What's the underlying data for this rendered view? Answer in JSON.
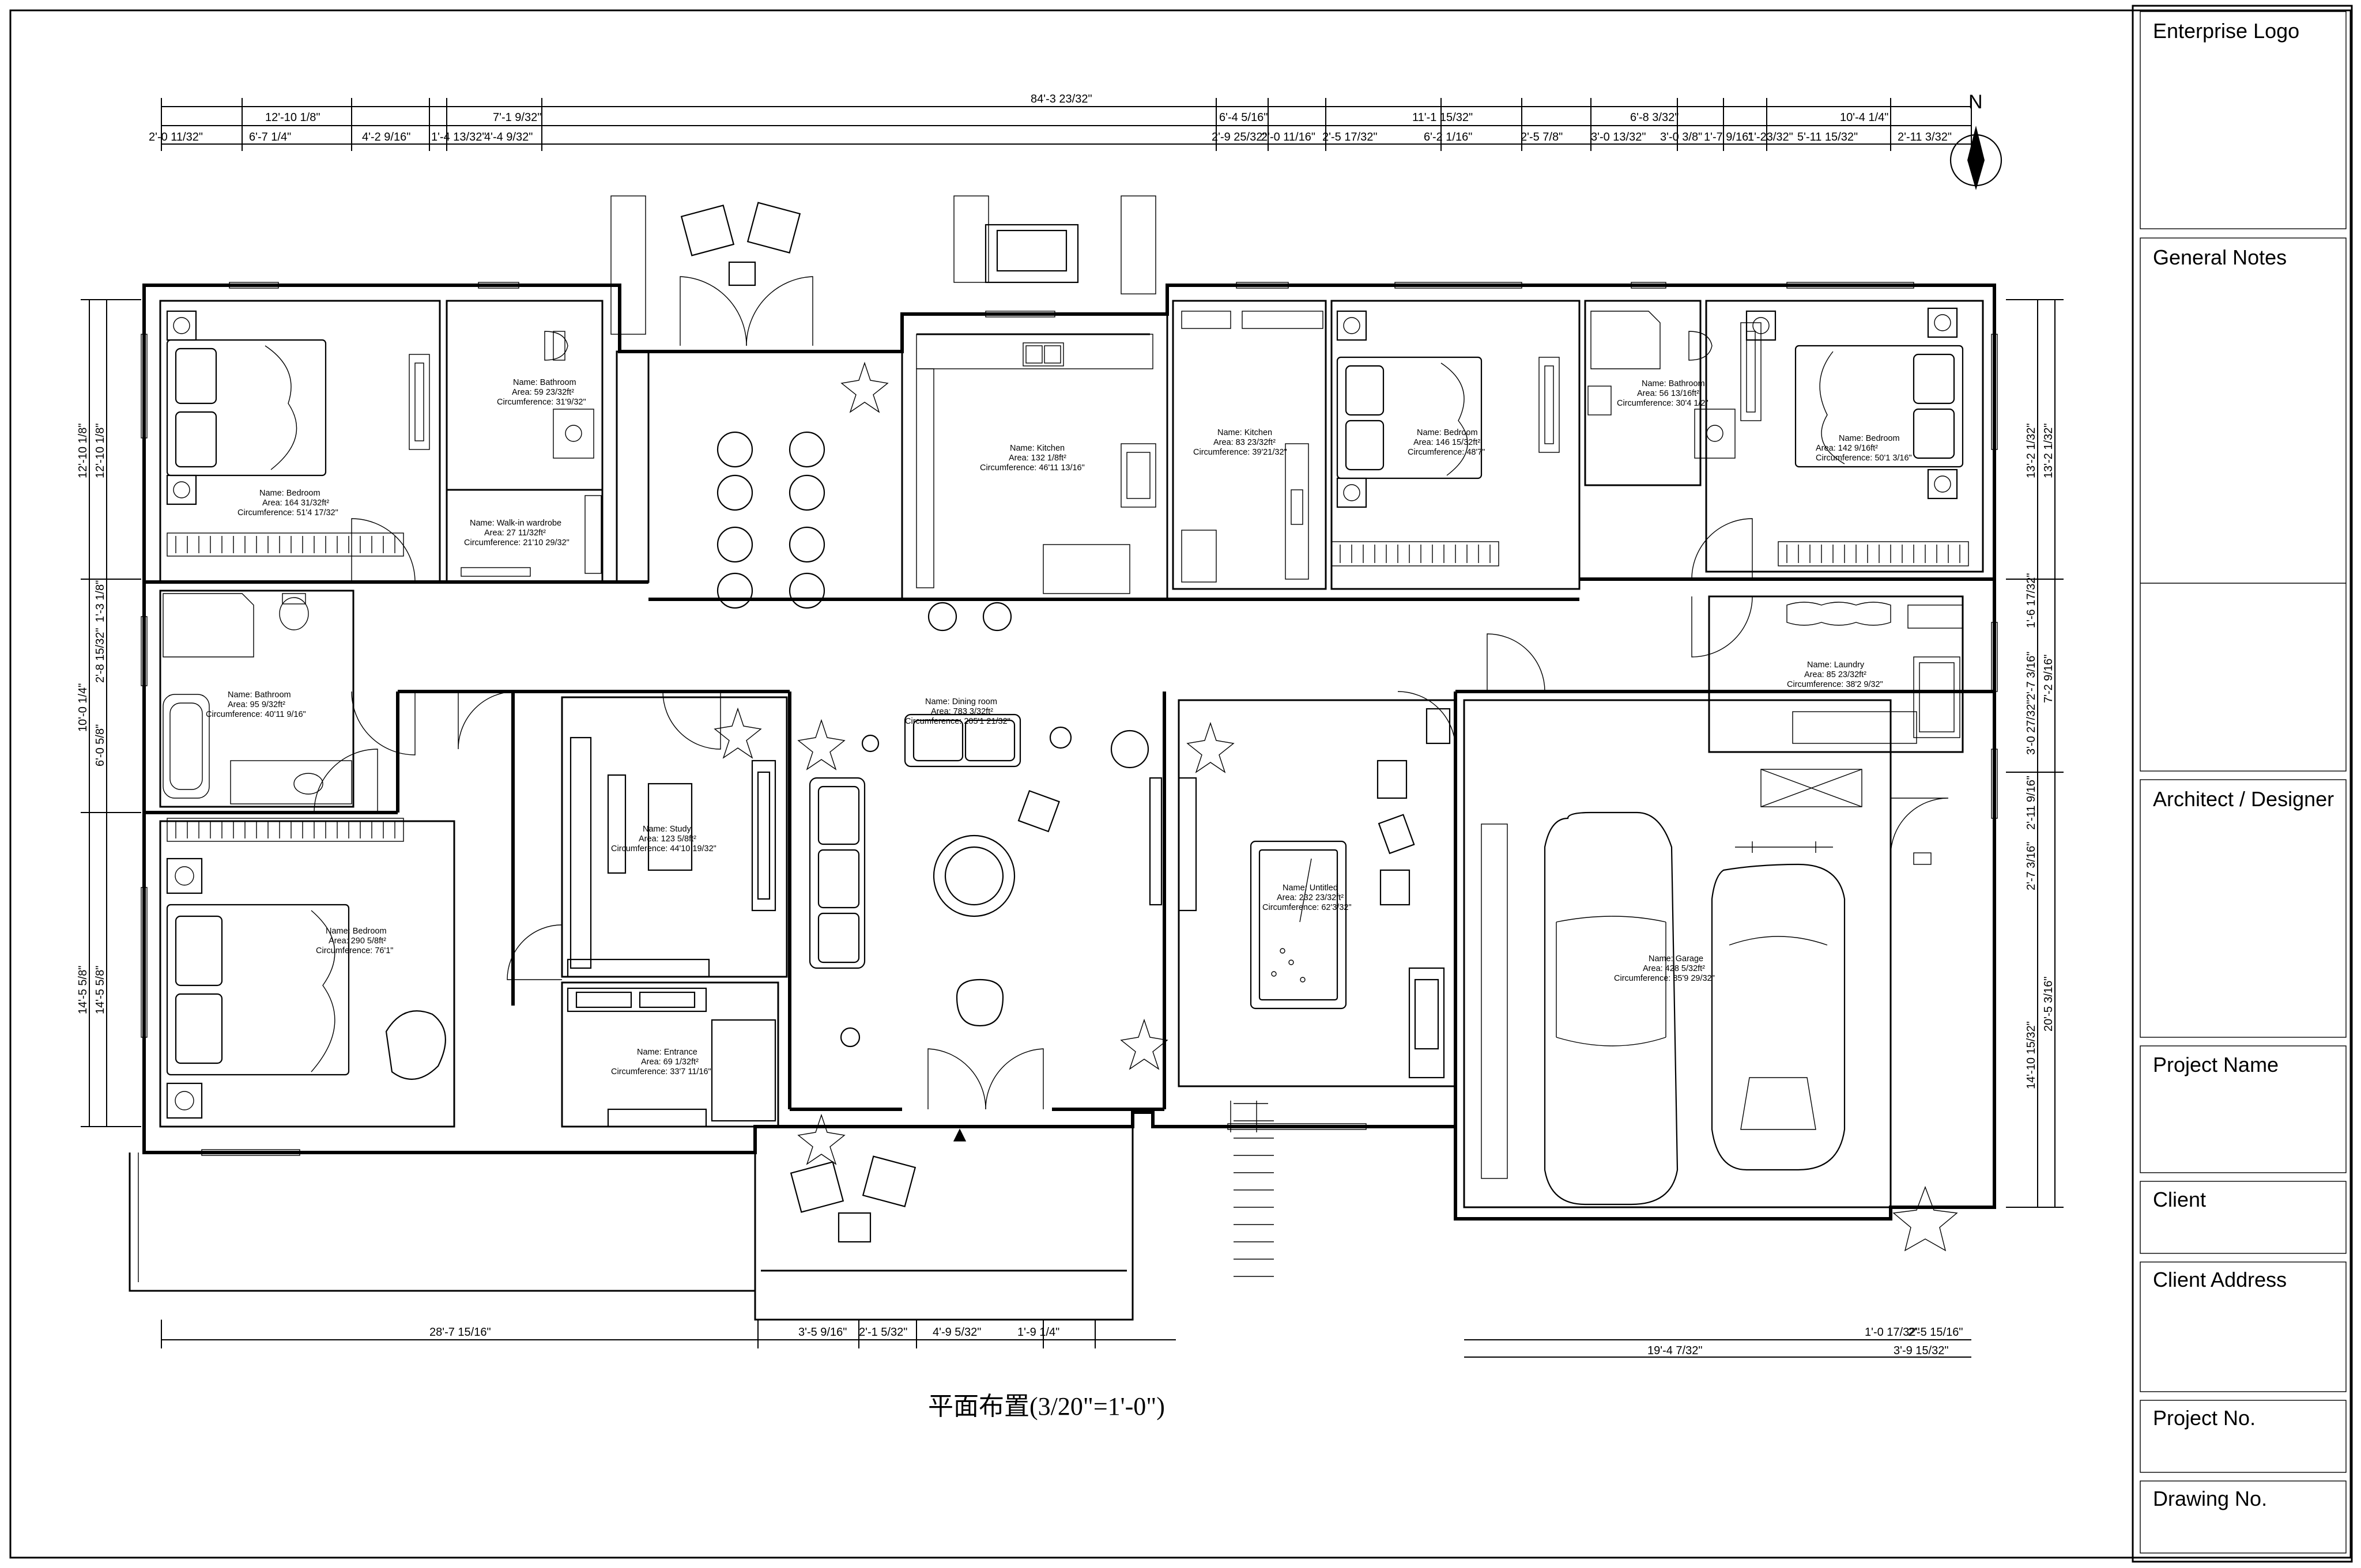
{
  "title_block": {
    "enterprise_logo": "Enterprise Logo",
    "general_notes": "General Notes",
    "architect": "Architect / Designer",
    "project_name": "Project Name",
    "client": "Client",
    "client_address": "Client Address",
    "project_no": "Project No.",
    "drawing_no": "Drawing No."
  },
  "plan_title": "平面布置(3/20\"=1'-0\")",
  "north_label": "N",
  "rooms": [
    {
      "name": "Name: Bedroom",
      "area": "Area: 164 31/32ft²",
      "circ": "Circumference: 51'4 17/32\""
    },
    {
      "name": "Name: Bathroom",
      "area": "Area: 59 23/32ft²",
      "circ": "Circumference: 31'9/32\""
    },
    {
      "name": "Name: Walk-in wardrobe",
      "area": "Area: 27 11/32ft²",
      "circ": "Circumference: 21'10 29/32\""
    },
    {
      "name": "Name: Kitchen",
      "area": "Area: 132 1/8ft²",
      "circ": "Circumference: 46'11 13/16\""
    },
    {
      "name": "Name: Kitchen",
      "area": "Area: 83 23/32ft²",
      "circ": "Circumference: 39'21/32\""
    },
    {
      "name": "Name: Bedroom",
      "area": "Area: 146 15/32ft²",
      "circ": "Circumference: 48'7\""
    },
    {
      "name": "Name: Bathroom",
      "area": "Area: 56 13/16ft²",
      "circ": "Circumference: 30'4 1/2\""
    },
    {
      "name": "Name: Bedroom",
      "area": "Area: 142 9/16ft²",
      "circ": "Circumference: 50'1 3/16\""
    },
    {
      "name": "Name: Bathroom",
      "area": "Area: 95 9/32ft²",
      "circ": "Circumference: 40'11 9/16\""
    },
    {
      "name": "Name: Laundry",
      "area": "Area: 85 23/32ft²",
      "circ": "Circumference: 38'2 9/32\""
    },
    {
      "name": "Name: Dining room",
      "area": "Area: 783 3/32ft²",
      "circ": "Circumference: 205'1 21/32\""
    },
    {
      "name": "Name: Study",
      "area": "Area: 123 5/8ft²",
      "circ": "Circumference: 44'10 19/32\""
    },
    {
      "name": "Name: Bedroom",
      "area": "Area: 290 5/8ft²",
      "circ": "Circumference: 76'1\""
    },
    {
      "name": "Name: Untitled",
      "area": "Area: 232 23/32ft²",
      "circ": "Circumference: 62'3/32\""
    },
    {
      "name": "Name: Garage",
      "area": "Area: 428 5/32ft²",
      "circ": "Circumference: 85'9 29/32\""
    },
    {
      "name": "Name: Entrance",
      "area": "Area: 69 1/32ft²",
      "circ": "Circumference: 33'7 11/16\""
    }
  ],
  "dims_top": {
    "overall": "84'-3 23/32\"",
    "row2": [
      "12'-10 1/8\"",
      "7'-1 9/32\"",
      "6'-4 5/16\"",
      "11'-1 15/32\"",
      "6'-8 3/32\"",
      "10'-4 1/4\""
    ],
    "row3": [
      "2'-0 11/32\"",
      "6'-7 1/4\"",
      "4'-2 9/16\"",
      "1'-4 13/32\"",
      "4'-4 9/32\"",
      "2'-9 25/32\"",
      "2'-0 11/16\"",
      "2'-5 17/32\"",
      "6'-2 1/16\"",
      "2'-5 7/8\"",
      "3'-0 13/32\"",
      "3'-0 3/8\"",
      "1'-7 9/16\"",
      "1'-23/32\"",
      "5'-11 15/32\"",
      "2'-11 3/32\""
    ]
  },
  "dims_left": {
    "outer": [
      "12'-10 1/8\"",
      "10'-0 1/4\"",
      "14'-5 5/8\""
    ],
    "inner": [
      "12'-10 1/8\"",
      "1'-3 1/8\"",
      "2'-8 15/32\"",
      "6'-0 5/8\"",
      "14'-5 5/8\""
    ]
  },
  "dims_right": {
    "outer": [
      "13'-2 1/32\"",
      "7'-2 9/16\"",
      "20'-5 3/16\""
    ],
    "inner": [
      "13'-2 1/32\"",
      "1'-6 17/32\"",
      "2'-7 3/16\"",
      "3'-0 27/32\"",
      "2'-11 9/16\"",
      "2'-7 3/16\"",
      "14'-10 15/32\""
    ]
  },
  "dims_bottom": {
    "left": [
      "28'-7 15/16\"",
      "3'-5 9/16\"",
      "2'-1 5/32\"",
      "4'-9 5/32\"",
      "1'-9 1/4\""
    ],
    "right": [
      "19'-4 7/32\"",
      "1'-0 17/32\"",
      "2'-5 15/16\"",
      "3'-9 15/32\""
    ]
  }
}
